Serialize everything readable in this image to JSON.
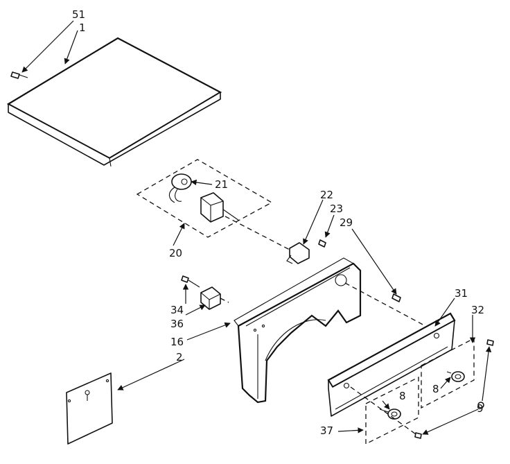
{
  "callouts": [
    {
      "id": "c51a",
      "text": "51"
    },
    {
      "id": "c1",
      "text": "1"
    },
    {
      "id": "c21",
      "text": "21"
    },
    {
      "id": "c20",
      "text": "20"
    },
    {
      "id": "c22",
      "text": "22"
    },
    {
      "id": "c23",
      "text": "23"
    },
    {
      "id": "c29",
      "text": "29"
    },
    {
      "id": "c31",
      "text": "31"
    },
    {
      "id": "c32",
      "text": "32"
    },
    {
      "id": "c34",
      "text": "34"
    },
    {
      "id": "c36",
      "text": "36"
    },
    {
      "id": "c16",
      "text": "16"
    },
    {
      "id": "c2",
      "text": "2"
    },
    {
      "id": "c8a",
      "text": "8"
    },
    {
      "id": "c8b",
      "text": "8"
    },
    {
      "id": "c37",
      "text": "37"
    },
    {
      "id": "c9",
      "text": "9"
    }
  ]
}
